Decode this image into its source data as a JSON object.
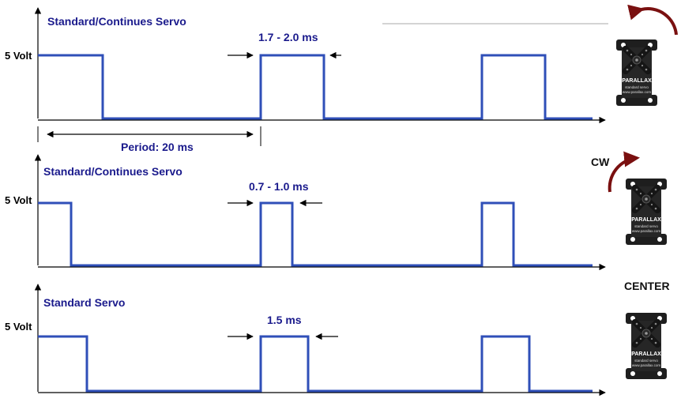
{
  "panels": [
    {
      "title": "Standard/Continues Servo",
      "voltage_label": "5 Volt",
      "pulse_label": "1.7 - 2.0 ms",
      "period_label": "Period: 20 ms",
      "servo_label": ""
    },
    {
      "title": "Standard/Continues Servo",
      "voltage_label": "5 Volt",
      "pulse_label": "0.7 - 1.0 ms",
      "servo_label": "CW"
    },
    {
      "title": "Standard Servo",
      "voltage_label": "5 Volt",
      "pulse_label": "1.5 ms",
      "servo_label": "CENTER"
    }
  ],
  "servo": {
    "brand": "PARALLAX",
    "line1": "standard servo",
    "line2": "www.parallax.com"
  },
  "colors": {
    "signal": "#2f4fb8",
    "text_blue": "#1a1a8c",
    "arrow_rotation": "#7a1010",
    "servo_body": "#1e1e1e"
  }
}
